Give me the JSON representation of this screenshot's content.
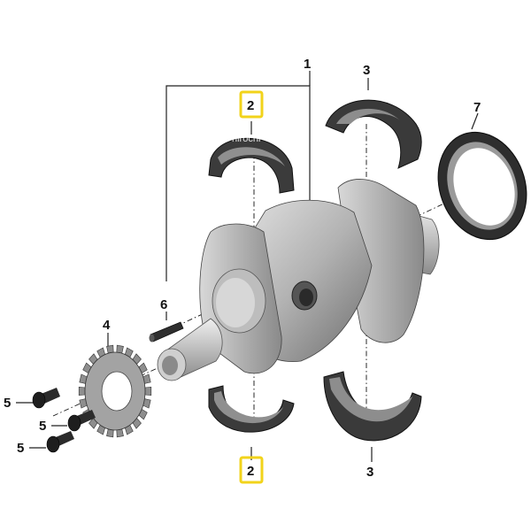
{
  "watermark": "hirochi",
  "callouts": {
    "c1": "1",
    "c2_top": "2",
    "c2_bottom": "2",
    "c3_top": "3",
    "c3_bottom": "3",
    "c4": "4",
    "c5_a": "5",
    "c5_b": "5",
    "c5_c": "5",
    "c6": "6",
    "c7": "7"
  },
  "colors": {
    "highlight": "#f2d31b",
    "bearing_outer": "#3a3a3a",
    "bearing_inner": "#8d8d8d",
    "crank_light": "#c9c9c9",
    "crank_dark": "#6e6e6e",
    "sprocket": "#9a9a9a",
    "bolt": "#2b2b2b"
  },
  "icons": {
    "crankshaft": "crankshaft-icon",
    "bearing_shell": "bearing-shell-icon",
    "seal_ring": "seal-ring-icon",
    "sprocket": "sprocket-icon",
    "bolt": "bolt-icon",
    "dowel_pin": "dowel-pin-icon"
  }
}
